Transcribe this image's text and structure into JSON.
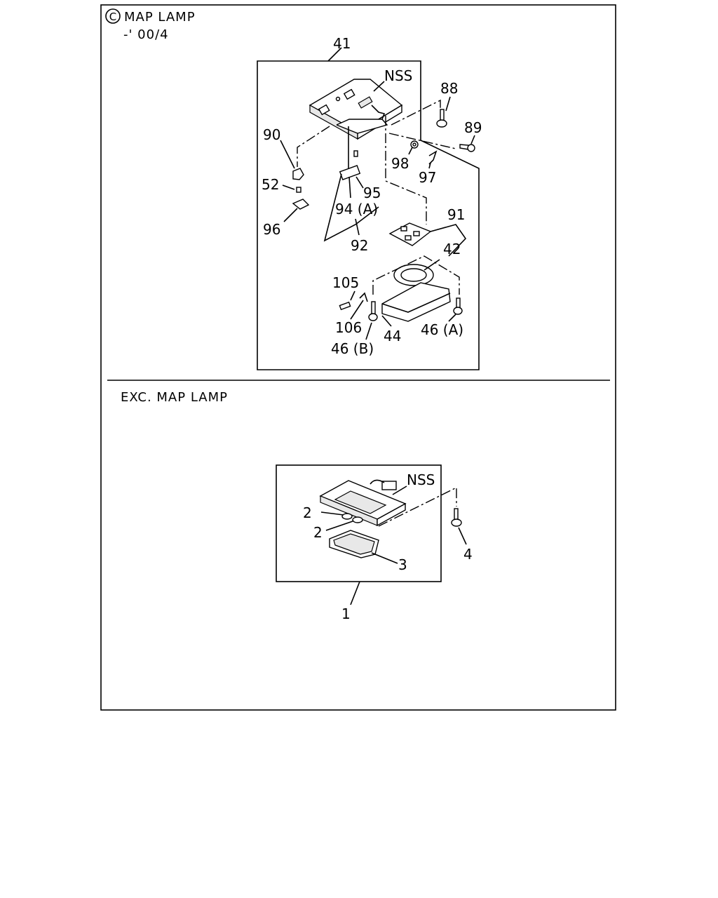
{
  "top_section": {
    "circle_letter": "C",
    "title": "MAP LAMP",
    "subtitle": "-' 00/4"
  },
  "bottom_section": {
    "title": "EXC. MAP LAMP"
  },
  "top_labels": {
    "l41": "41",
    "nss": "NSS",
    "l88": "88",
    "l89": "89",
    "l90": "90",
    "l98": "98",
    "l97": "97",
    "l52": "52",
    "l95": "95",
    "l94a": "94 (A)",
    "l96": "96",
    "l91": "91",
    "l92": "92",
    "l42": "42",
    "l105": "105",
    "l106": "106",
    "l44": "44",
    "l46a": "46 (A)",
    "l46b": "46 (B)"
  },
  "bottom_labels": {
    "nss": "NSS",
    "l2a": "2",
    "l2b": "2",
    "l3": "3",
    "l4": "4",
    "l1": "1"
  }
}
